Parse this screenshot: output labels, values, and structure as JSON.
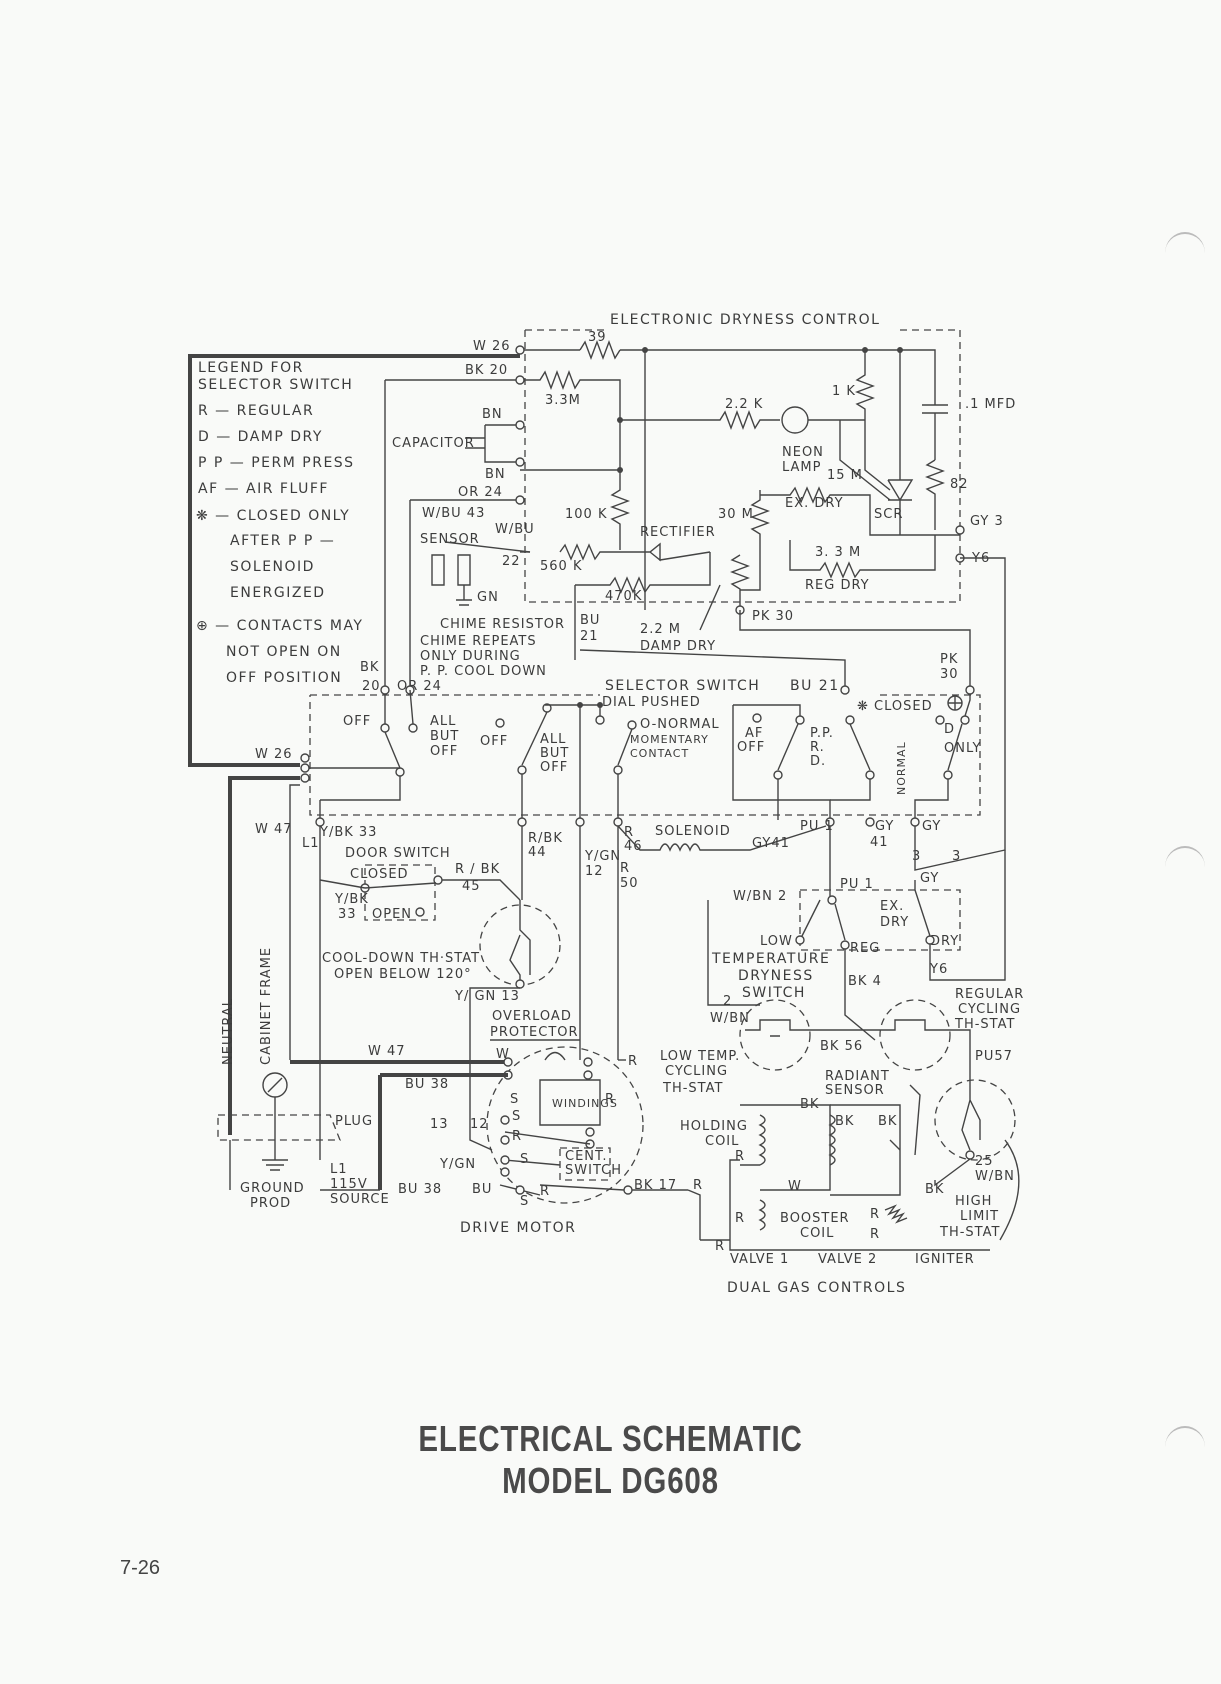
{
  "title": {
    "line1": "ELECTRICAL SCHEMATIC",
    "line2": "MODEL DG608"
  },
  "page_number": "7-26",
  "legend": {
    "heading1": "LEGEND  FOR",
    "heading2": "SELECTOR  SWITCH",
    "items": [
      "R — REGULAR",
      "D — DAMP  DRY",
      "P P — PERM  PRESS",
      "AF — AIR  FLUFF"
    ],
    "closed_note": [
      "❋ — CLOSED  ONLY",
      "AFTER  P  P —",
      "SOLENOID",
      "ENERGIZED"
    ],
    "contacts_note": [
      "⊕ — CONTACTS  MAY",
      "NOT  OPEN  ON",
      "OFF  POSITION"
    ]
  },
  "edc": {
    "title": "ELECTRONIC  DRYNESS  CONTROL",
    "r39": "39",
    "r33m": "3.3M",
    "r22k": "2.2 K",
    "neon": [
      "NEON",
      "LAMP"
    ],
    "r1k": "1 K",
    "c1mfd": ".1 MFD",
    "r82": "82",
    "r100k": "100 K",
    "r30m": "30 M",
    "r15m": "15 M",
    "exdry": "EX. DRY",
    "scr": "SCR",
    "rectifier": "RECTIFIER",
    "r560k": "560 K",
    "r470k": "470K",
    "r33m_reg": "3. 3 M",
    "regdry": "REG  DRY",
    "gy3": "GY 3",
    "y6": "Y6",
    "pk30": "PK 30",
    "r22m": "2.2 M",
    "dampdry": "DAMP DRY"
  },
  "wires": {
    "w26": "W 26",
    "bk20": "BK 20",
    "bn1": "BN",
    "capacitor": "CAPACITOR",
    "bn2": "BN",
    "or24": "OR 24",
    "wbu43": "W/BU 43",
    "sensor": "SENSOR",
    "wbu": "W/BU",
    "n22": "22",
    "gn": "GN",
    "chime": "CHIME  RESISTOR",
    "bu": "BU",
    "n21": "21",
    "chime_note": [
      "CHIME  REPEATS",
      "ONLY  DURING",
      "P. P.  COOL  DOWN"
    ],
    "bk": "BK",
    "n20": "20",
    "or24b": "OR 24",
    "bu21": "BU 21",
    "pk": "PK",
    "n30": "30",
    "w26b": "W 26",
    "w47": "W 47",
    "l1": "L1",
    "ybk33": "Y/BK 33",
    "rbk44": [
      "R/BK",
      "44"
    ],
    "ygn12": [
      "Y/GN",
      "12"
    ],
    "r50": [
      "R",
      "50"
    ],
    "r46": [
      "R",
      "46"
    ],
    "solenoid": "SOLENOID",
    "gy41": "GY41",
    "pu1": "PU 1",
    "gy41b": [
      "GY",
      "41"
    ],
    "gy3b": "GY",
    "n3a": "3",
    "n3b": "3",
    "gyc": "GY"
  },
  "selector": {
    "title": "SELECTOR  SWITCH",
    "dial": "DIAL PUSHED",
    "off1": "OFF",
    "allbutoff1": [
      "ALL",
      "BUT",
      "OFF"
    ],
    "off2": "OFF",
    "allbutoff2": [
      "ALL",
      "BUT",
      "OFF"
    ],
    "normal": [
      "O-NORMAL",
      "MOMENTARY",
      "CONTACT"
    ],
    "af": [
      "AF",
      "OFF"
    ],
    "pprd": [
      "P.P.",
      "R.",
      "D."
    ],
    "closed": "❋ CLOSED",
    "normal_v": "NORMAL",
    "d_only": [
      "D",
      "ONLY"
    ]
  },
  "door": {
    "title": "DOOR  SWITCH",
    "closed": "CLOSED",
    "rbk": "R / BK",
    "n45": "45",
    "ybk": [
      "Y/BK",
      "33"
    ],
    "open": "OPEN"
  },
  "cooldown": [
    "COOL-DOWN  TH·STAT",
    "OPEN  BELOW  120°"
  ],
  "ygn13": "Y/ GN 13",
  "temp_switch": {
    "wbn2": "W/BN 2",
    "pu1": "PU 1",
    "exdry": [
      "EX.",
      "DRY"
    ],
    "low": "LOW",
    "reg": "REG",
    "dry": "DRY",
    "title": [
      "TEMPERATURE",
      "DRYNESS",
      "SWITCH"
    ],
    "bk4": "BK 4",
    "y6": "Y6",
    "gy": "GY"
  },
  "motor": {
    "overload": [
      "OVERLOAD",
      "PROTECTOR"
    ],
    "w": "W",
    "bu38": "BU 38",
    "n13": "13",
    "n12": "12",
    "ygn": "Y/GN",
    "windings": "WINDINGS",
    "cent": [
      "CENT.",
      "SWITCH"
    ],
    "bu38b": "BU  38",
    "bu": "BU",
    "bk17": "BK 17",
    "r": "R",
    "title": "DRIVE  MOTOR",
    "s1": "S",
    "s2": "S",
    "s3": "S",
    "r1": "R",
    "r2": "R",
    "r3": "R",
    "r4": "R",
    "s4": "S"
  },
  "frame": {
    "neutral": "NEUTRAL",
    "cabinet": "CABINET  FRAME",
    "w47": "W 47",
    "plug": "PLUG",
    "ground": [
      "GROUND",
      "PROD"
    ],
    "source": [
      "L1",
      "115V",
      "SOURCE"
    ]
  },
  "gas": {
    "lowtemp": [
      "LOW  TEMP.",
      "CYCLING",
      "TH-STAT"
    ],
    "n2": "2",
    "wbn": "W/BN",
    "bk56": "BK 56",
    "regular": [
      "REGULAR",
      "CYCLING",
      "TH-STAT"
    ],
    "pu57": "PU57",
    "radiant": [
      "RADIANT",
      "SENSOR"
    ],
    "bk1": "BK",
    "bk2": "BK",
    "bk3": "BK",
    "holding": [
      "HOLDING",
      "COIL"
    ],
    "r1": "R",
    "w": "W",
    "booster": [
      "BOOSTER",
      "COIL"
    ],
    "r2": "R",
    "r3": "R",
    "r4": "R",
    "r5": "R",
    "n25": "25",
    "wbn25": "W/BN",
    "bk4": "BK",
    "highlimit": [
      "HIGH",
      "LIMIT",
      "TH-STAT"
    ],
    "valve1": "VALVE  1",
    "valve2": "VALVE  2",
    "igniter": "IGNITER",
    "controls": "DUAL  GAS  CONTROLS"
  }
}
